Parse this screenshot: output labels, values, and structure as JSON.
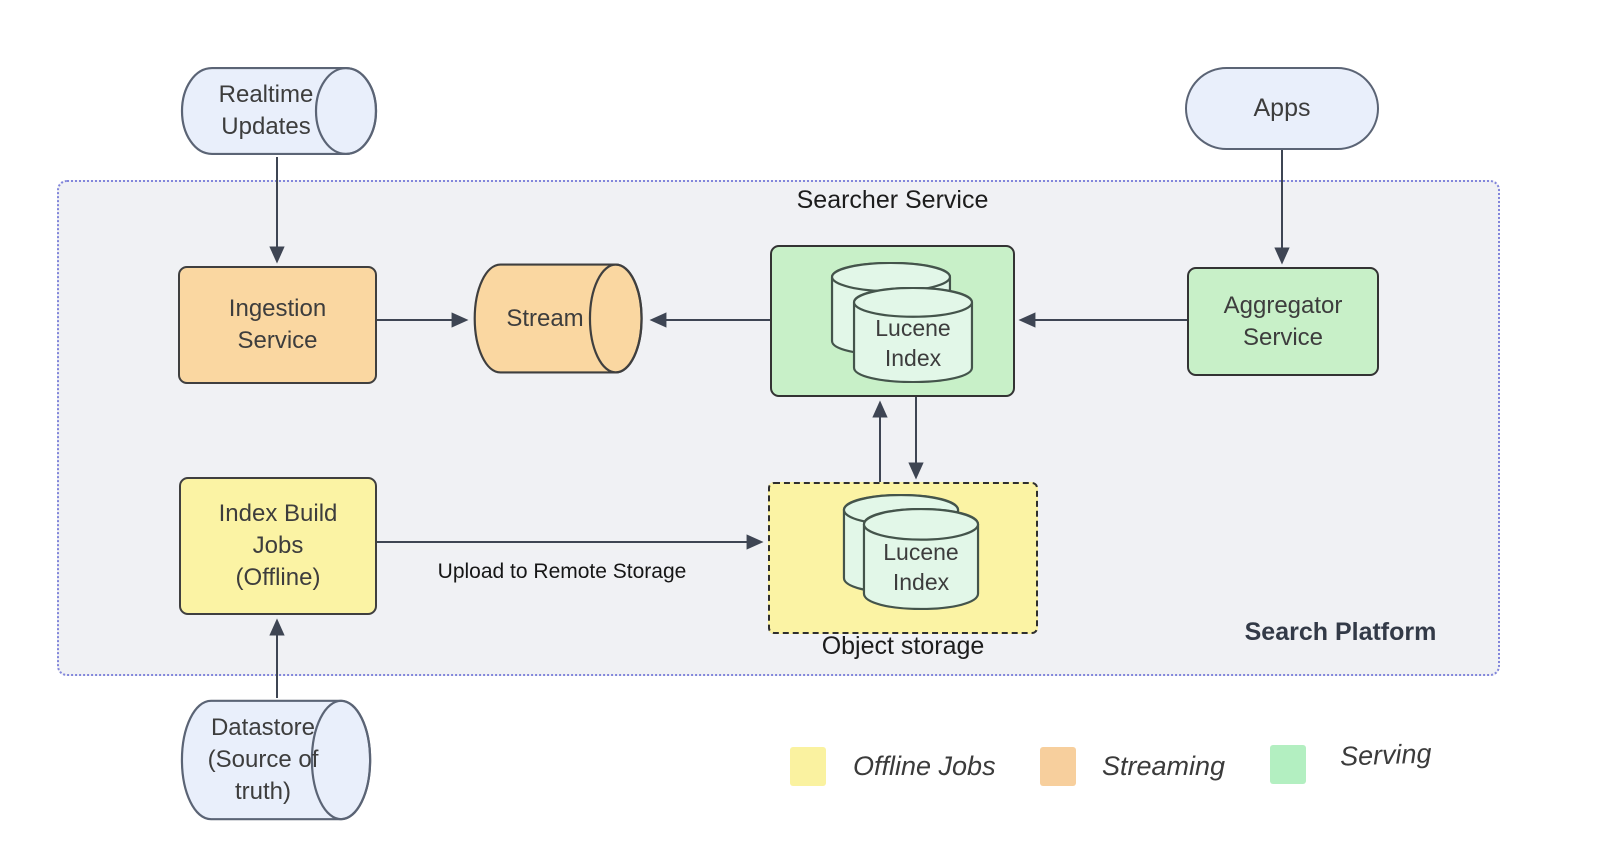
{
  "labels": {
    "searcher_service": "Searcher Service",
    "search_platform": "Search Platform",
    "object_storage": "Object storage",
    "upload_to_remote": "Upload to Remote Storage"
  },
  "nodes": {
    "realtime_updates": {
      "label": "Realtime\nUpdates",
      "shape": "horizontal-cylinder"
    },
    "apps": {
      "label": "Apps",
      "shape": "pill"
    },
    "ingestion_service": {
      "label": "Ingestion\nService",
      "shape": "rounded-rect"
    },
    "stream": {
      "label": "Stream",
      "shape": "horizontal-cylinder"
    },
    "searcher_lucene_index": {
      "label": "Lucene\nIndex",
      "shape": "database-cylinder"
    },
    "aggregator_service": {
      "label": "Aggregator\nService",
      "shape": "rounded-rect"
    },
    "index_build_jobs": {
      "label": "Index Build\nJobs\n(Offline)",
      "shape": "rounded-rect"
    },
    "object_lucene_index": {
      "label": "Lucene\nIndex",
      "shape": "database-cylinder"
    },
    "datastore": {
      "label": "Datastore\n(Source of\ntruth)",
      "shape": "horizontal-cylinder"
    }
  },
  "legend": {
    "items": [
      {
        "label": "Offline Jobs",
        "color": "#faf2a0"
      },
      {
        "label": "Streaming",
        "color": "#f7cf9d"
      },
      {
        "label": "Serving",
        "color": "#b3efc1"
      }
    ]
  }
}
